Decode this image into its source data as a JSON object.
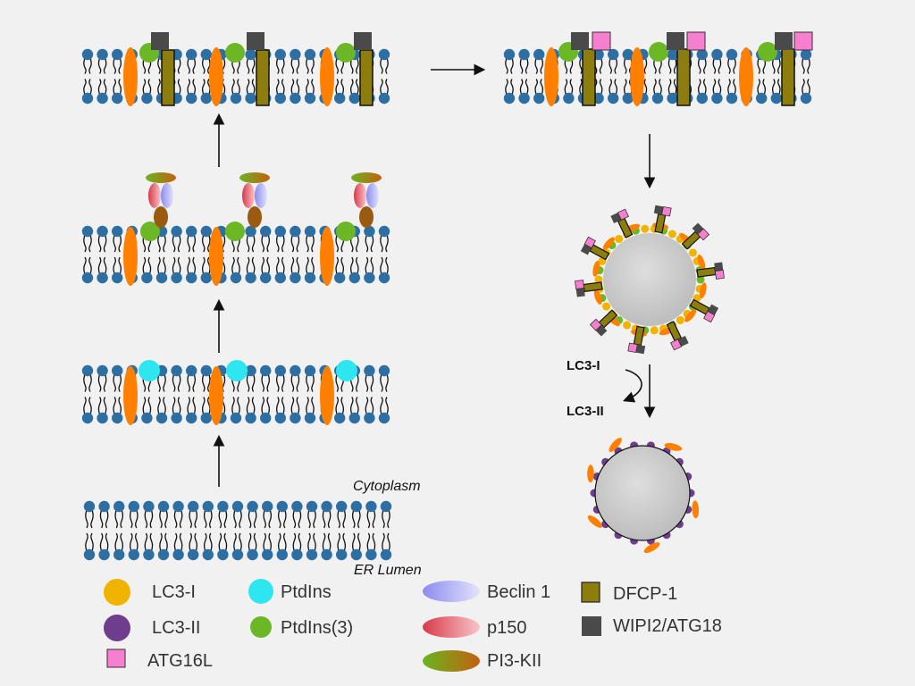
{
  "labels": {
    "cytoplasm": "Cytoplasm",
    "er_lumen": "ER Lumen",
    "lc3_i": "LC3-I",
    "lc3_ii": "LC3-II"
  },
  "legend": {
    "lc3_i": "LC3-I",
    "lc3_ii": "LC3-II",
    "atg16l": "ATG16L",
    "ptdins": "PtdIns",
    "ptdins3": "PtdIns(3)",
    "beclin1": "Beclin 1",
    "p150": "p150",
    "pi3kii": "PI3-KII",
    "dfcp1": "DFCP-1",
    "wipi2": "WIPI2/ATG18"
  },
  "colors": {
    "background": "#f1f1f1",
    "lipid_head": "#2d6fa3",
    "lc3_i": "#f0b400",
    "lc3_ii": "#6e3d8c",
    "atg16l": "#f77fcf",
    "ptdins": "#2de6ef",
    "ptdins3": "#6cb726",
    "beclin1": "#a9a9f2",
    "p150": "#e46670",
    "pi3kii_start": "#6ab421",
    "pi3kii_end": "#bf6f12",
    "dfcp1": "#8d7d0e",
    "wipi2": "#4a4a4a",
    "transmembrane": "#ff8000",
    "vesicle": "#c9c9c9"
  }
}
